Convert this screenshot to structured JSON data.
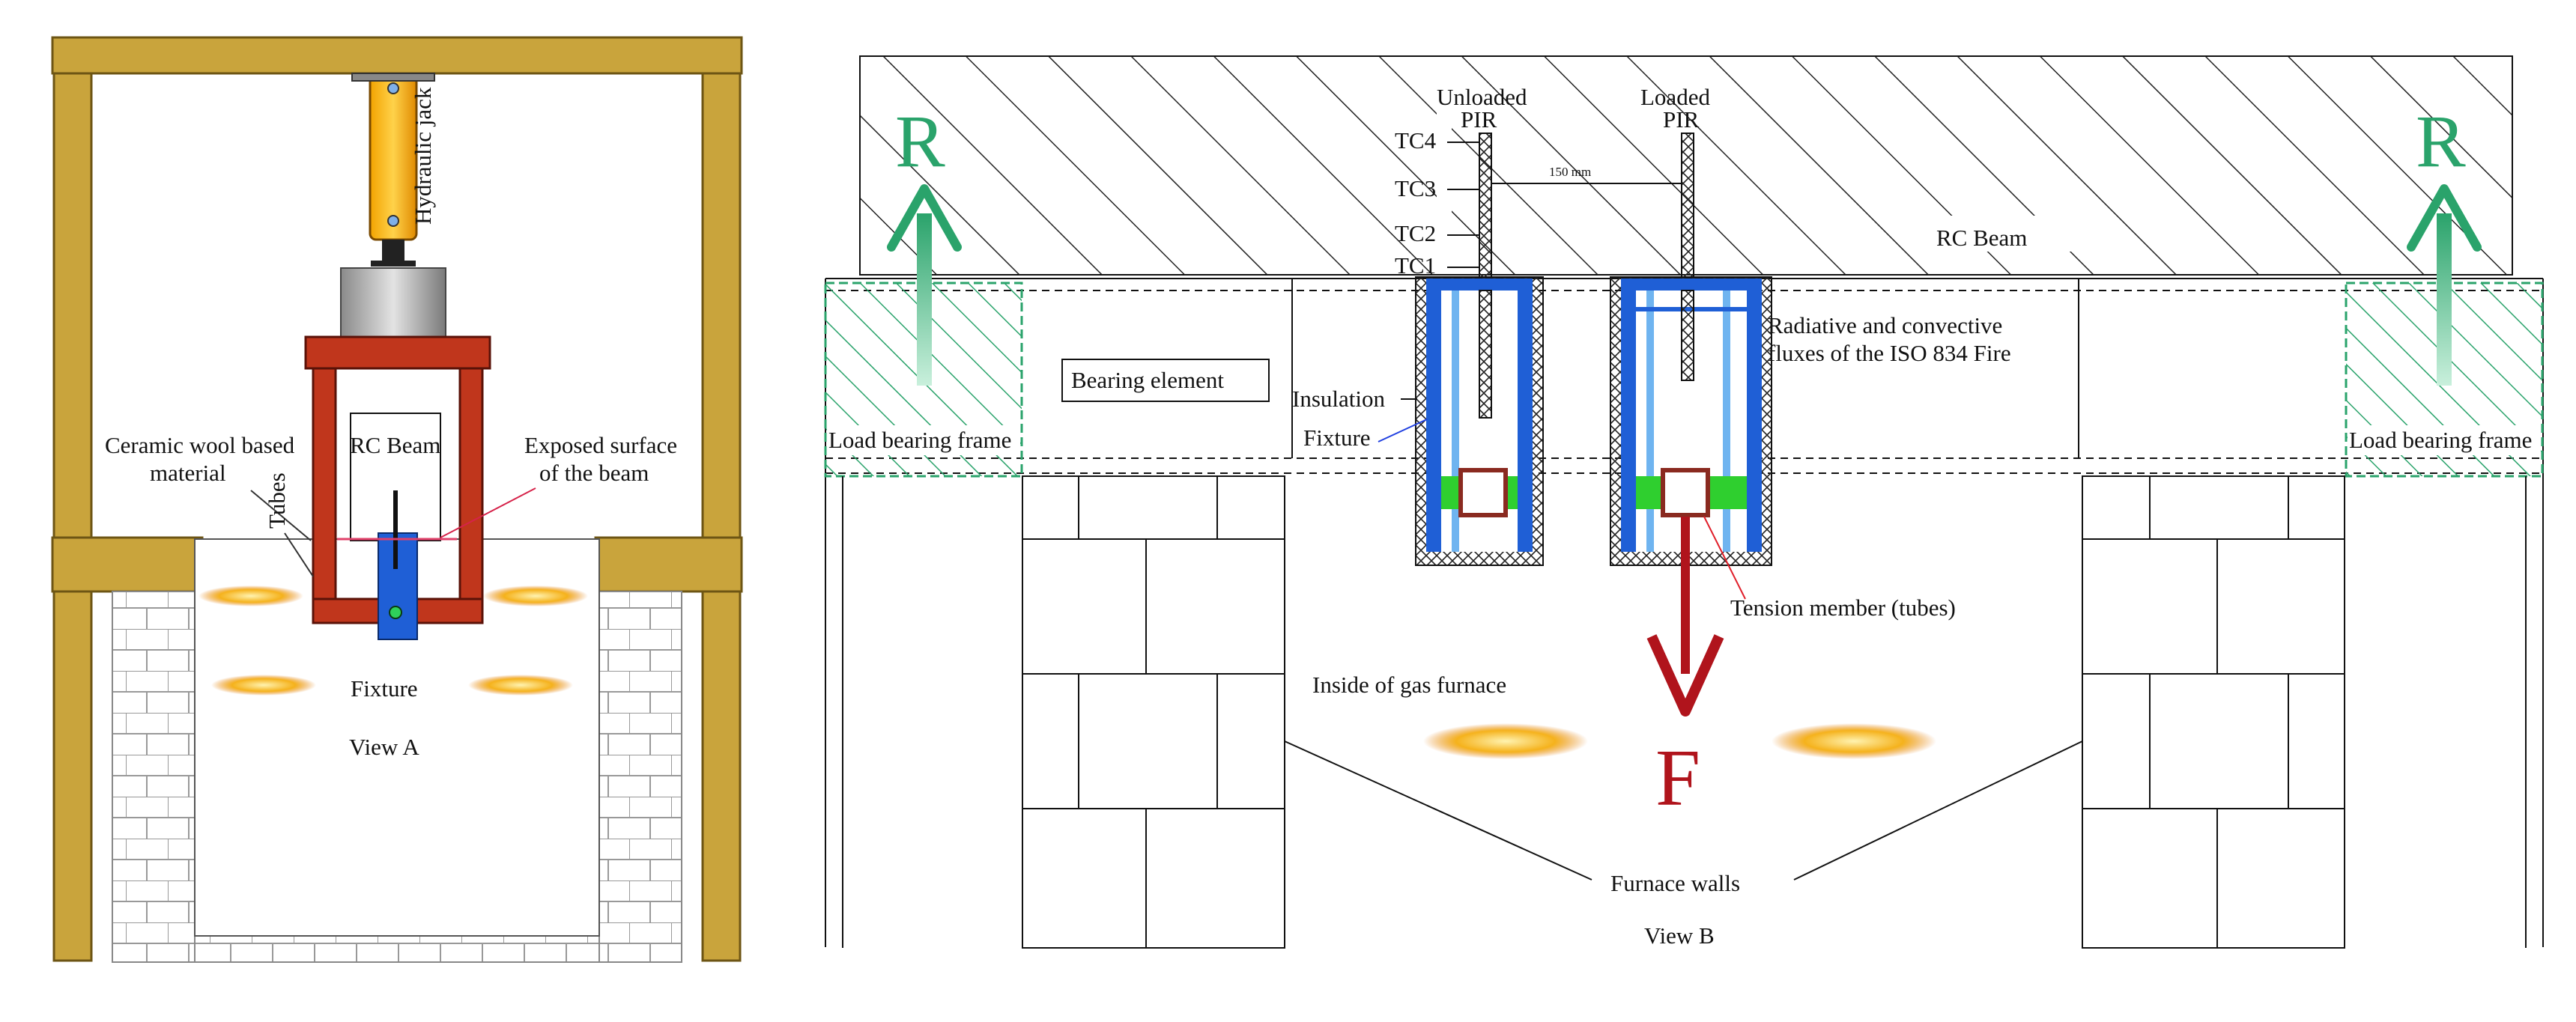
{
  "view_a": {
    "caption": "View A",
    "hydraulic_jack": "Hydraulic jack",
    "rc_beam": "RC Beam",
    "ceramic_wool_line1": "Ceramic wool based",
    "ceramic_wool_line2": "material",
    "tubes": "Tubes",
    "exposed_line1": "Exposed surface",
    "exposed_line2": "of the beam",
    "fixture": "Fixture"
  },
  "view_b": {
    "caption": "View B",
    "rc_beam": "RC Beam",
    "unloaded_pir_line1": "Unloaded",
    "unloaded_pir_line2": "PIR",
    "loaded_pir_line1": "Loaded",
    "loaded_pir_line2": "PIR",
    "tc4": "TC4",
    "tc3": "TC3",
    "tc2": "TC2",
    "tc1": "TC1",
    "spacing": "150 mm",
    "reaction_left": "R",
    "reaction_right": "R",
    "force": "F",
    "bearing_element": "Bearing element",
    "load_bearing_frame_left": "Load bearing frame",
    "load_bearing_frame_right": "Load bearing frame",
    "insulation": "Insulation",
    "fixture": "Fixture",
    "fluxes_line1": "Radiative and convective",
    "fluxes_line2": "fluxes of the ISO 834 Fire",
    "tension_member": "Tension member (tubes)",
    "inside_furnace": "Inside of gas furnace",
    "furnace_walls": "Furnace walls"
  },
  "colors": {
    "frame_wood": "#c9a43c",
    "red_frame": "#c0361c",
    "fixture_blue": "#1f5fd6",
    "reaction_green": "#2aa36b",
    "force_red": "#b0141c",
    "insulation_green": "#2fcf2f",
    "tension_red_text": "#e01f2a",
    "fixture_text_blue": "#1f3fe0",
    "flame": "#f2a516"
  }
}
